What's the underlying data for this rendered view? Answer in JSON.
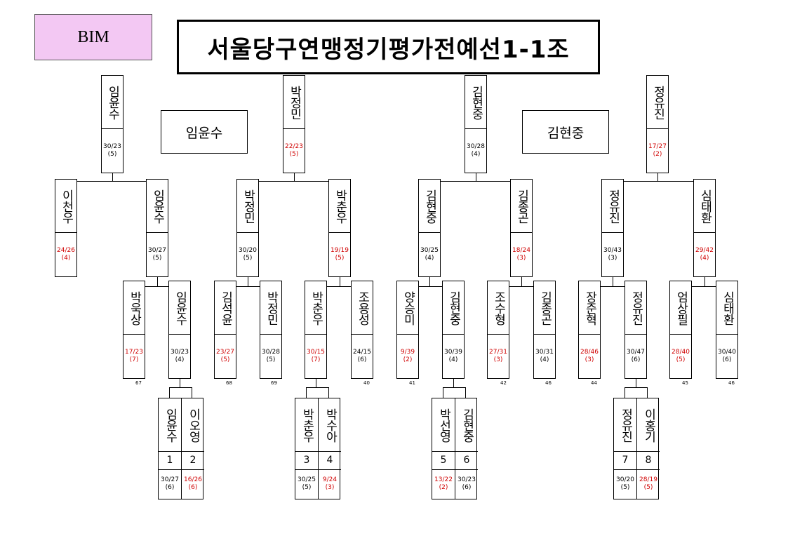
{
  "header": {
    "label": "BIM",
    "title": "서울당구연맹정기평가전예선1-1조"
  },
  "winner_labels": {
    "group1": "임윤수",
    "group2": "김현중"
  },
  "players": {
    "g1_final": {
      "name": "임윤수",
      "score": "30/23",
      "inning": "(5)",
      "red": false
    },
    "g2_final": {
      "name": "박정민",
      "score": "22/23",
      "inning": "(5)",
      "red": true
    },
    "g3_final": {
      "name": "김현중",
      "score": "30/28",
      "inning": "(4)",
      "red": false
    },
    "g4_final": {
      "name": "정유진",
      "score": "17/27",
      "inning": "(2)",
      "red": true
    },
    "g1_semi_a": {
      "name": "이천우",
      "score": "24/26",
      "inning": "(4)",
      "red": true
    },
    "g1_semi_b": {
      "name": "임윤수",
      "score": "30/27",
      "inning": "(5)",
      "red": false
    },
    "g2_semi_a": {
      "name": "박정민",
      "score": "30/20",
      "inning": "(5)",
      "red": false
    },
    "g2_semi_b": {
      "name": "박춘우",
      "score": "19/19",
      "inning": "(5)",
      "red": true
    },
    "g3_semi_a": {
      "name": "김현중",
      "score": "30/25",
      "inning": "(4)",
      "red": false
    },
    "g3_semi_b": {
      "name": "김종곤",
      "score": "18/24",
      "inning": "(3)",
      "red": true
    },
    "g4_semi_a": {
      "name": "정유진",
      "score": "30/43",
      "inning": "(3)",
      "red": false
    },
    "g4_semi_b": {
      "name": "심태환",
      "score": "29/42",
      "inning": "(4)",
      "red": true
    },
    "q1": {
      "name": "박욱상",
      "score": "17/23",
      "inning": "(7)",
      "red": true
    },
    "q2": {
      "name": "임윤수",
      "score": "30/23",
      "inning": "(4)",
      "red": false
    },
    "q3": {
      "name": "김석윤",
      "score": "23/27",
      "inning": "(5)",
      "red": true
    },
    "q4": {
      "name": "박정민",
      "score": "30/28",
      "inning": "(5)",
      "red": false
    },
    "q5": {
      "name": "박춘우",
      "score": "30/15",
      "inning": "(7)",
      "red": true
    },
    "q6": {
      "name": "조용성",
      "score": "24/15",
      "inning": "(6)",
      "red": false
    },
    "q7": {
      "name": "양승미",
      "score": "9/39",
      "inning": "(2)",
      "red": true
    },
    "q8": {
      "name": "김현중",
      "score": "30/39",
      "inning": "(4)",
      "red": false
    },
    "q9": {
      "name": "조수형",
      "score": "27/31",
      "inning": "(3)",
      "red": true
    },
    "q10": {
      "name": "김종곤",
      "score": "30/31",
      "inning": "(4)",
      "red": false
    },
    "q11": {
      "name": "장준혁",
      "score": "28/46",
      "inning": "(3)",
      "red": true
    },
    "q12": {
      "name": "정유진",
      "score": "30/47",
      "inning": "(6)",
      "red": false
    },
    "q13": {
      "name": "엄상필",
      "score": "28/40",
      "inning": "(5)",
      "red": true
    },
    "q14": {
      "name": "심태환",
      "score": "30/40",
      "inning": "(6)",
      "red": false
    }
  },
  "game_numbers": [
    "67",
    "68",
    "69",
    "40",
    "41",
    "42",
    "46",
    "44",
    "45",
    "46"
  ],
  "seeds": [
    {
      "left": {
        "name": "임윤수",
        "num": "1",
        "score": "30/27",
        "inning": "(6)",
        "red": false
      },
      "right": {
        "name": "이오영",
        "num": "2",
        "score": "16/26",
        "inning": "(6)",
        "red": true
      }
    },
    {
      "left": {
        "name": "박춘우",
        "num": "3",
        "score": "30/25",
        "inning": "(5)",
        "red": false
      },
      "right": {
        "name": "박수아",
        "num": "4",
        "score": "9/24",
        "inning": "(3)",
        "red": true
      }
    },
    {
      "left": {
        "name": "박선영",
        "num": "5",
        "score": "13/22",
        "inning": "(2)",
        "red": true
      },
      "right": {
        "name": "김현중",
        "num": "6",
        "score": "30/23",
        "inning": "(6)",
        "red": false
      }
    },
    {
      "left": {
        "name": "정유진",
        "num": "7",
        "score": "30/20",
        "inning": "(5)",
        "red": false
      },
      "right": {
        "name": "이홍기",
        "num": "8",
        "score": "28/19",
        "inning": "(5)",
        "red": true
      }
    }
  ]
}
